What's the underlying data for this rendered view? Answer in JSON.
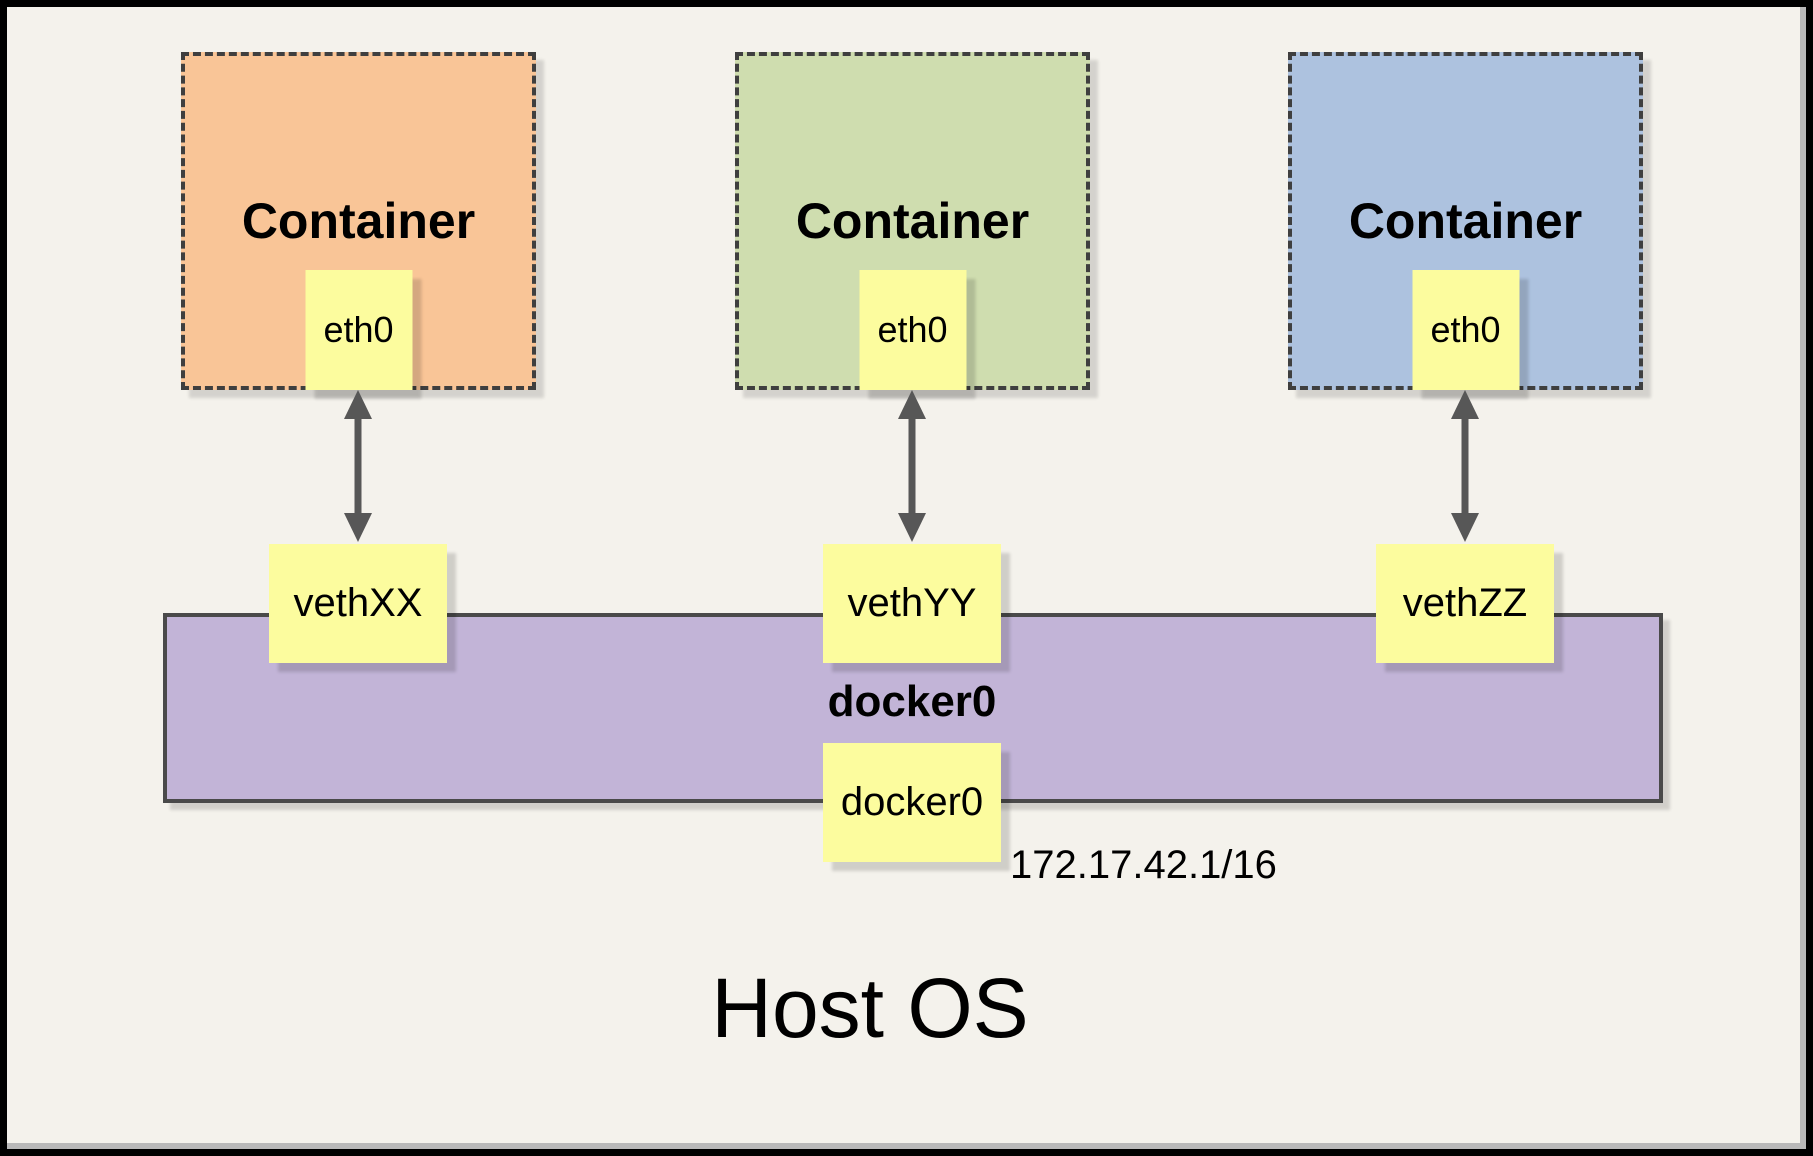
{
  "containers": [
    {
      "label": "Container",
      "interface": "eth0",
      "veth": "vethXX",
      "fill": "#F9C597"
    },
    {
      "label": "Container",
      "interface": "eth0",
      "veth": "vethYY",
      "fill": "#CFDDAF"
    },
    {
      "label": "Container",
      "interface": "eth0",
      "veth": "vethZZ",
      "fill": "#ADC2DF"
    }
  ],
  "bridge": {
    "label": "docker0",
    "interface": "docker0",
    "subnet": "172.17.42.1/16",
    "fill": "#C2B4D7"
  },
  "host": {
    "label": "Host OS"
  },
  "colors": {
    "background": "#F4F2EC",
    "note_yellow": "#FCFC9E",
    "dashed_border": "#3F3F3F",
    "bar_border": "#4A4A4A",
    "arrow_gray": "#575757",
    "frame_black": "#000000",
    "frame_silver": "#B9B9B9"
  }
}
